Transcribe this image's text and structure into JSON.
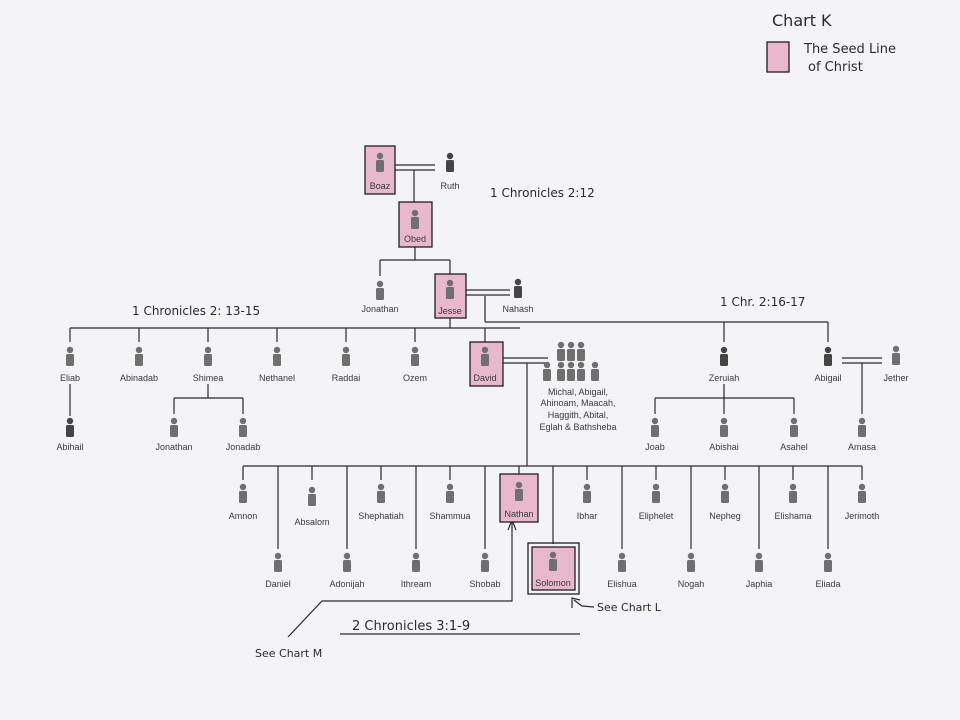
{
  "legend": {
    "chart_title": "Chart K",
    "line1": "The Seed Line",
    "line2": "of Christ",
    "highlight_color": "#e8b8cc"
  },
  "references": {
    "chr_2_12": "1 Chronicles 2:12",
    "chr_2_13_15": "1 Chronicles 2: 13-15",
    "chr_2_16_17": "1 Chr. 2:16-17",
    "chr2_3_1_9": "2 Chronicles 3:1-9",
    "see_chart_l": "See Chart L",
    "see_chart_m": "See Chart M"
  },
  "people": {
    "boaz": "Boaz",
    "ruth": "Ruth",
    "obed": "Obed",
    "jonathan_top": "Jonathan",
    "jesse": "Jesse",
    "nahash": "Nahash",
    "eliab": "Eliab",
    "abinadab": "Abinadab",
    "shimea": "Shimea",
    "nethanel": "Nethanel",
    "raddai": "Raddai",
    "ozem": "Ozem",
    "david": "David",
    "zeruiah": "Zeruiah",
    "abigail": "Abigail",
    "jether": "Jether",
    "abihail": "Abihail",
    "jonathan_sub": "Jonathan",
    "jonadab": "Jonadab",
    "joab": "Joab",
    "abishai": "Abishai",
    "asahel": "Asahel",
    "amasa": "Amasa",
    "amnon": "Amnon",
    "absalom": "Absalom",
    "shephatiah": "Shephatiah",
    "shammua": "Shammua",
    "nathan": "Nathan",
    "ibhar": "Ibhar",
    "eliphelet": "Eliphelet",
    "nepheg": "Nepheg",
    "elishama": "Elishama",
    "jerimoth": "Jerimoth",
    "daniel": "Daniel",
    "adonijah": "Adonijah",
    "ithream": "Ithream",
    "shobab": "Shobab",
    "solomon": "Solomon",
    "elishua": "Elishua",
    "nogah": "Nogah",
    "japhia": "Japhia",
    "eliada": "Eliada"
  },
  "wives": {
    "line1": "Michal, Abigail,",
    "line2": "Ahinoam, Maacah,",
    "line3": "Haggith, Abital,",
    "line4": "Eglah & Bathsheba"
  }
}
